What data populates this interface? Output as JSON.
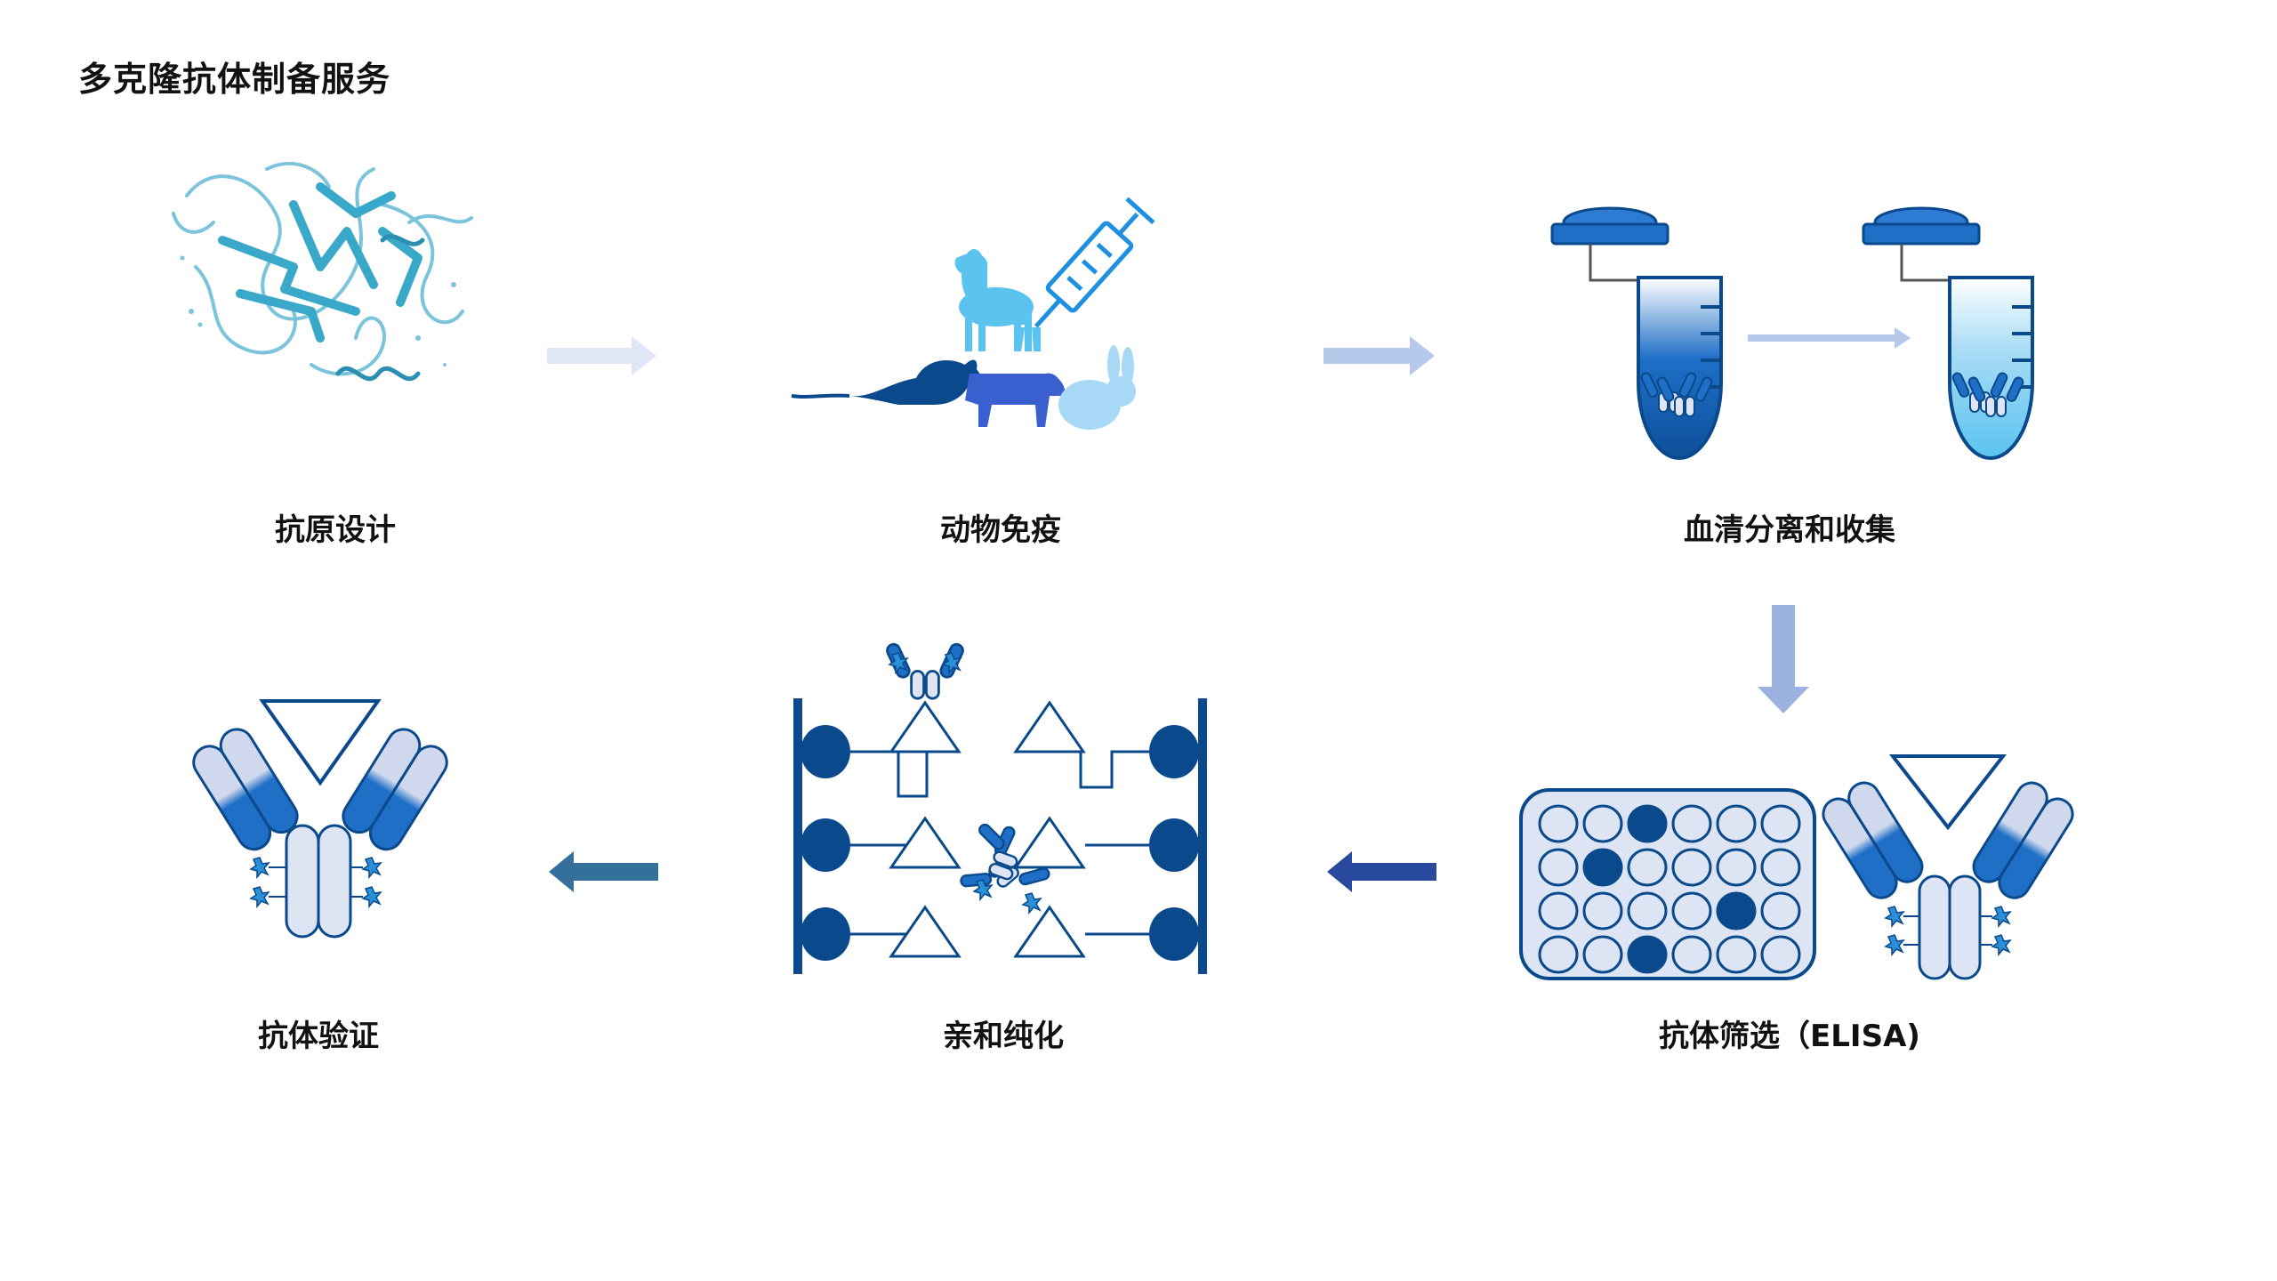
{
  "title": "多克隆抗体制备服务",
  "steps": [
    {
      "label": "抗原设计",
      "icon": "protein-structure-icon"
    },
    {
      "label": "动物免疫",
      "icon": "animals-syringe-icon"
    },
    {
      "label": "血清分离和收集",
      "icon": "centrifuge-tubes-icon"
    },
    {
      "label": "抗体筛选（ELISA)",
      "icon": "elisa-plate-antibody-icon"
    },
    {
      "label": "亲和纯化",
      "icon": "affinity-column-icon"
    },
    {
      "label": "抗体验证",
      "icon": "antibody-antigen-icon"
    }
  ],
  "colors": {
    "dark_blue": "#0a4a8c",
    "mid_blue": "#1f6fc7",
    "light_blue": "#5ac3f0",
    "pale_blue": "#dde4f3",
    "teal": "#3aa8c9",
    "arrow_pale": "#dfe6f6",
    "arrow_light": "#b7c9ea",
    "arrow_mid": "#9bb2e0",
    "arrow_navy": "#2a4aa0",
    "arrow_steel": "#35709a"
  }
}
